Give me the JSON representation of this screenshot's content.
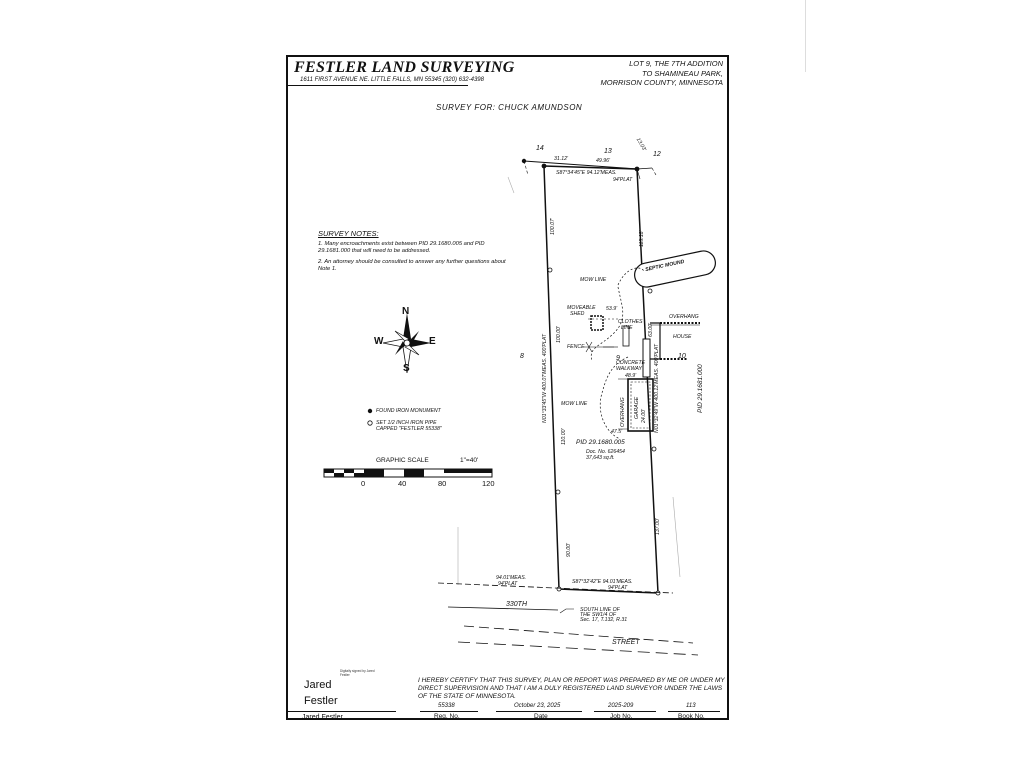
{
  "header": {
    "firm_name": "FESTLER LAND SURVEYING",
    "firm_address": "1611 FIRST AVENUE NE. LITTLE FALLS, MN 55345 (320) 632-4398",
    "lot_line1": "LOT 9, THE 7TH ADDITION",
    "lot_line2": "TO SHAMINEAU PARK,",
    "lot_line3": "MORRISON COUNTY, MINNESOTA",
    "survey_for": "SURVEY FOR: CHUCK AMUNDSON"
  },
  "notes": {
    "title": "SURVEY NOTES:",
    "note1": "1. Many encroachments exist between PID 29.1680.005 and PID 29.1681.000 that will need to be addressed.",
    "note2": "2. An attorney should be consulted to answer any further questions about Note 1."
  },
  "compass": {
    "n": "N",
    "s": "S",
    "e": "E",
    "w": "W"
  },
  "legend": {
    "found": "FOUND IRON MONUMENT",
    "set_line1": "SET 1/2 INCH IRON PIPE",
    "set_line2": "CAPPED \"FESTLER 55338\""
  },
  "scale": {
    "title": "GRAPHIC SCALE",
    "ratio": "1\"=40'",
    "t0": "0",
    "t40": "40",
    "t80": "80",
    "t120": "120"
  },
  "plat": {
    "lot14": "14",
    "lot13": "13",
    "lot12": "12",
    "lot8": "8",
    "lot9": "9",
    "lot10": "10",
    "top_d1": "31.12'",
    "top_d2": "49.96'",
    "top_d3": "13.03'",
    "top_bearing": "S87°34'45\"E 94.12'MEAS.",
    "top_plat": "94'PLAT",
    "left_d1": "100.07'",
    "left_d2": "100.00'",
    "left_d3": "110.00'",
    "left_d4": "90.00'",
    "left_bearing": "N01°33'45\"W 400.07'MEAS. 400'PLAT",
    "right_d1": "115.18'",
    "right_d2": "63.00'",
    "right_d3": "137.00'",
    "right_bearing": "N01°32'49\"W 400.12'MEAS. 400'PLAT",
    "septic": "SEPTIC MOUND",
    "mow_line1": "MOW LINE",
    "mow_line2": "MOW LINE",
    "overhang1": "OVERHANG",
    "overhang2": "OVERHANG",
    "house": "HOUSE",
    "shed_l1": "MOVEABLE",
    "shed_l2": "SHED",
    "shed_dist": "53.9'",
    "clothes_l1": "CLOTHES",
    "clothes_l2": "LINE",
    "fence": "FENCE",
    "walk_l1": "CONCRETE",
    "walk_l2": "WALKWAY",
    "garage": "GARAGE",
    "garage_dim": "24.00'",
    "d48": "48.9'",
    "d47": "47.5'",
    "pid_east": "PID 29.1681.000",
    "pid_main": "PID 29.1680.005",
    "doc_no": "Doc. No. 626454",
    "area": "37,643 sq.ft.",
    "bottom_left_meas": "94.01'MEAS.",
    "bottom_left_plat": "94'PLAT",
    "bottom_bearing": "S87°32'42\"E 94.01'MEAS.",
    "bottom_plat": "94'PLAT",
    "road1": "330TH",
    "road2": "STREET",
    "south_l1": "SOUTH LINE OF",
    "south_l2": "THE SW1/4 OF",
    "south_l3": "Sec. 17, T.132, R.31"
  },
  "cert": {
    "text": "I HEREBY CERTIFY THAT THIS SURVEY, PLAN OR REPORT WAS PREPARED BY ME OR UNDER MY DIRECT SUPERVISION AND THAT I AM A DULY REGISTERED LAND SURVEYOR UNDER THE LAWS OF THE STATE OF MINNESOTA."
  },
  "signature": {
    "first": "Jared",
    "last": "Festler",
    "fine": "Digitally signed by Jared Festler",
    "printed": "Jared Festler"
  },
  "footer": {
    "reg_no": "55338",
    "reg_label": "Reg. No.",
    "date": "October 23, 2025",
    "date_label": "Date",
    "job_no": "2025-209",
    "job_label": "Job No.",
    "book_no": "113",
    "book_label": "Book No."
  }
}
